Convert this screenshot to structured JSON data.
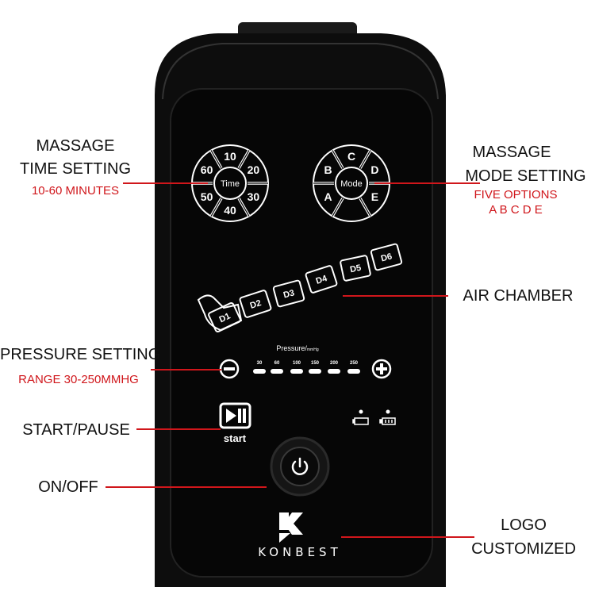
{
  "annotations": {
    "time": {
      "title_line1": "MASSAGE",
      "title_line2": "TIME SETTING",
      "detail": "10-60 MINUTES"
    },
    "mode": {
      "title_line1": "MASSAGE",
      "title_line2": "MODE SETTING",
      "detail_line1": "FIVE OPTIONS",
      "detail_line2": "A B C D E"
    },
    "air": {
      "title": "AIR CHAMBER"
    },
    "pressure": {
      "title": "PRESSURE SETTING",
      "detail": "RANGE 30-250MMHG"
    },
    "start": {
      "title": "START/PAUSE"
    },
    "power": {
      "title": "ON/OFF"
    },
    "logo": {
      "title_line1": "LOGO",
      "title_line2": "CUSTOMIZED"
    }
  },
  "device": {
    "time_dial": {
      "center": "Time",
      "options": [
        "10",
        "20",
        "30",
        "40",
        "50",
        "60"
      ]
    },
    "mode_dial": {
      "center": "Mode",
      "options": [
        "C",
        "D",
        "E",
        "",
        "A",
        "B"
      ]
    },
    "chambers": [
      "D1",
      "D2",
      "D3",
      "D4",
      "D5",
      "D6"
    ],
    "pressure": {
      "label": "Pressure/",
      "unit": "mmHg",
      "levels": [
        "30",
        "60",
        "100",
        "150",
        "200",
        "250"
      ]
    },
    "start_label": "start",
    "brand": "KONBEST",
    "brand_mark": "K"
  },
  "colors": {
    "accent": "#d0161b",
    "device": "#0a0a0a",
    "icon": "#ffffff"
  }
}
